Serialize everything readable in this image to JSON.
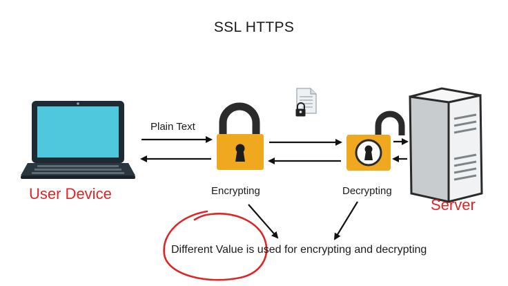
{
  "title": "SSL HTTPS",
  "labels": {
    "plain_text": "Plain Text",
    "encrypting": "Encrypting",
    "decrypting": "Decrypting",
    "user_device": "User Device",
    "server": "Server",
    "note": "Different Value is used for encrypting and decrypting"
  },
  "colors": {
    "lock_body": "#f0a81e",
    "lock_shackle": "#2b2b2b",
    "label_red": "#e02424",
    "screen": "#4fc7dc",
    "circle_red": "#e02424"
  },
  "icons": [
    "laptop-icon",
    "locked-padlock-icon",
    "unlocked-padlock-icon",
    "document-lock-icon",
    "server-tower-icon"
  ]
}
